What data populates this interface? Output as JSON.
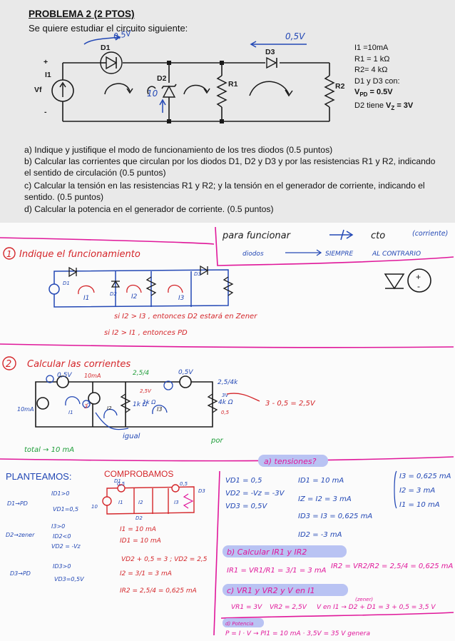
{
  "problem": {
    "title": "PROBLEMA 2 (2 PTOS)",
    "intro": "Se quiere estudiar el circuito siguiente:",
    "params": [
      "I1 =10mA",
      "R1 = 1 kΩ",
      "R2= 4 kΩ",
      "D1 y D3 con:"
    ],
    "vpd_label": "V",
    "vpd_sub": "PD",
    "vpd_value": " = 0.5V",
    "vz_prefix": "D2 tiene ",
    "vz_label": "V",
    "vz_sub": "Z",
    "vz_value": " = 3V",
    "questions": [
      "a) Indique y justifique el modo de funcionamiento de los tres diodos (0.5 puntos)",
      "b) Calcular las corrientes que circulan por los diodos D1, D2 y D3 y por las resistencias R1 y R2, indicando",
      "el sentido de circulación (0.5 puntos)",
      "c) Calcular la tensión en las resistencias R1 y R2; y la tensión en el generador de corriente, indicando el",
      "sentido. (0.5 puntos)",
      "d) Calcular la potencia en el generador de corriente. (0.5 puntos)"
    ],
    "circuit": {
      "labels": {
        "d1": "D1",
        "d2": "D2",
        "d3": "D3",
        "r1": "R1",
        "r2": "R2",
        "i1": "I1",
        "vf": "Vf",
        "plus": "+",
        "minus": "-"
      },
      "hand": {
        "v05_top": "0,5V",
        "v05_d1": "0,5V",
        "ten": "10"
      }
    }
  },
  "notes": {
    "top_right": {
      "line1": "para funcionar",
      "circuito": "cto",
      "corriente": "(corriente)",
      "diodos": "diodos",
      "siempre": "SIEMPRE",
      "contrario": "AL CONTRARIO"
    },
    "section1": {
      "num": "1",
      "title": "Indique el funcionamiento",
      "labels": [
        "D1",
        "D2",
        "D3",
        "I1",
        "I2",
        "I3"
      ],
      "line1": "si  I2 > I3  , entonces  D2  estará  en  Zener",
      "line2": "si  I2 > I1  ,  entonces  PD"
    },
    "section2": {
      "num": "2",
      "title": "Calcular las corrientes",
      "labels": [
        "0,5V",
        "10mA",
        "2,5/4",
        "0,5V",
        "2,5/4k",
        "10mA",
        "3",
        "1k Ω",
        "4k Ω",
        "2,5V",
        "3V",
        "1k Ω",
        "I1",
        "I2",
        "I3",
        "0,5",
        "3"
      ],
      "calc": "3 - 0,5 = 2,5V",
      "igual": "igual",
      "por": "por",
      "total": "total → 10 mA"
    },
    "planteamos": {
      "title": "PLANTEAMOS:",
      "d1": "D1→PD",
      "d1a": "ID1>0",
      "d1b": "VD1=0,5",
      "d2": "D2→zener",
      "d2a": "I3>0",
      "d2b": "ID2<0",
      "d2c": "VD2 = -Vz",
      "d3": "D3→PD",
      "d3a": "ID3>0",
      "d3b": "VD3=0,5V"
    },
    "comprobamos": {
      "title": "COMPROBAMOS",
      "c1": "I1 = 10 mA",
      "c2": "ID1 = 10 mA",
      "c3": "VD2 + 0,5 = 3 ;  VD2 = 2,5",
      "c4": "I2 = 3/1 = 3 mA",
      "c5": "IR2 = 2,5/4 = 0,625 mA",
      "cl": [
        "0,5",
        "0,5",
        "10",
        "I1",
        "I2",
        "I3",
        "D1",
        "D2",
        "D3"
      ]
    },
    "tensiones": {
      "header": "a) tensiones?",
      "v1": "VD1 = 0,5",
      "v2": "VD2 = -Vz = -3V",
      "v3": "VD3 = 0,5V",
      "i1": "ID1 = 10 mA",
      "i2": "IZ = I2 = 3 mA",
      "i3": "ID3 = I3 = 0,625 mA",
      "i4": "ID2 = -3 mA",
      "b1": "I3 = 0,625 mA",
      "b2": "I2 = 3 mA",
      "b3": "I1 = 10 mA"
    },
    "calc_b": {
      "header": "b) Calcular  IR1 y IR2",
      "f1": "IR1 = VR1/R1 = 3/1 = 3 mA",
      "f2": "IR2 = VR2/R2 = 2,5/4 = 0,625 mA"
    },
    "calc_c": {
      "header": "c) VR1 y VR2 y V en I1",
      "f1": "VR1 = 3V",
      "f2": "VR2 = 2,5V",
      "f3": "V en I1 → D2 + D1 = 3 + 0,5 = 3,5 V",
      "zener": "(zener)"
    },
    "calc_d": {
      "header": "d) Potencia",
      "f1": "P = I · V  → PI1 = 10 mA · 3,5V = 35 V  genera"
    }
  }
}
